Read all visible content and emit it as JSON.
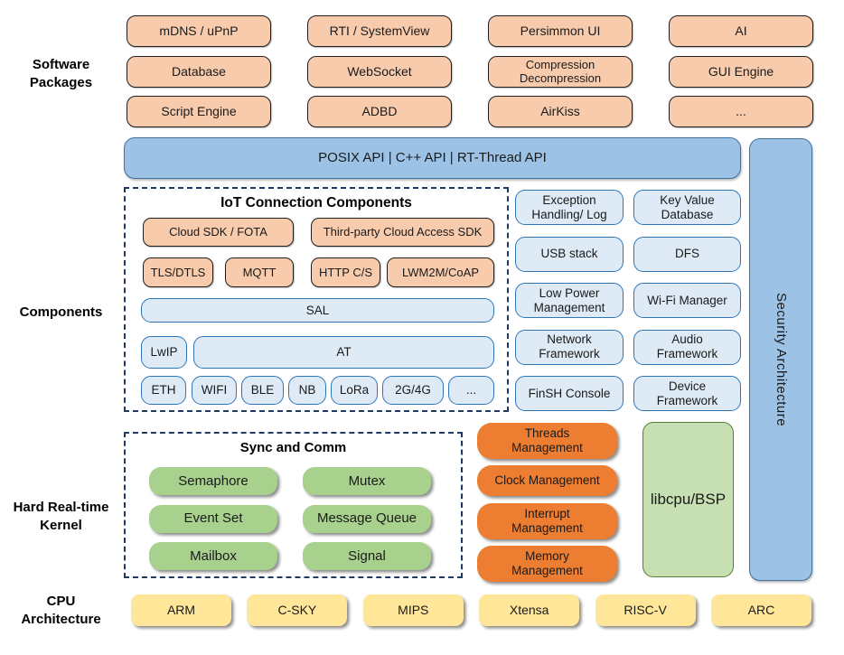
{
  "labels": {
    "software": "Software\nPackages",
    "components": "Components",
    "kernel": "Hard Real-time\nKernel",
    "cpu": "CPU\nArchitecture"
  },
  "software_packages": [
    "mDNS / uPnP",
    "RTI / SystemView",
    "Persimmon UI",
    "AI",
    "Database",
    "WebSocket",
    "Compression\nDecompression",
    "GUI Engine",
    "Script Engine",
    "ADBD",
    "AirKiss",
    "..."
  ],
  "api_bar": "POSIX API  |  C++ API  |  RT-Thread API",
  "security_bar": "Security Architecture",
  "iot": {
    "title": "IoT Connection Components",
    "cloud_sdk": "Cloud SDK / FOTA",
    "third_party": "Third-party Cloud Access SDK",
    "protocols": [
      "TLS/DTLS",
      "MQTT",
      "HTTP C/S",
      "LWM2M/CoAP"
    ],
    "sal": "SAL",
    "lwip": "LwIP",
    "at": "AT",
    "links": [
      "ETH",
      "WIFI",
      "BLE",
      "NB",
      "LoRa",
      "2G/4G",
      "..."
    ]
  },
  "component_boxes": [
    "Exception\nHandling/ Log",
    "Key Value\nDatabase",
    "USB stack",
    "DFS",
    "Low Power\nManagement",
    "Wi-Fi Manager",
    "Network\nFramework",
    "Audio\nFramework",
    "FinSH Console",
    "Device\nFramework"
  ],
  "kernel": {
    "sync_title": "Sync and Comm",
    "sync_items": [
      "Semaphore",
      "Mutex",
      "Event Set",
      "Message Queue",
      "Mailbox",
      "Signal"
    ],
    "management": [
      "Threads\nManagement",
      "Clock Management",
      "Interrupt\nManagement",
      "Memory\nManagement"
    ],
    "libcpu": "libcpu/BSP"
  },
  "cpu_items": [
    "ARM",
    "C-SKY",
    "MIPS",
    "Xtensa",
    "RISC-V",
    "ARC"
  ],
  "colors": {
    "package_orange": "#F8CBAD",
    "api_blue": "#9CC3E5",
    "component_blue": "#DEEBF7",
    "component_border": "#2E75B6",
    "kernel_green": "#A9D18E",
    "management_orange": "#ED7D31",
    "libcpu_green": "#C6E0B4",
    "cpu_yellow": "#FFE699",
    "dash_navy": "#1F3864"
  }
}
